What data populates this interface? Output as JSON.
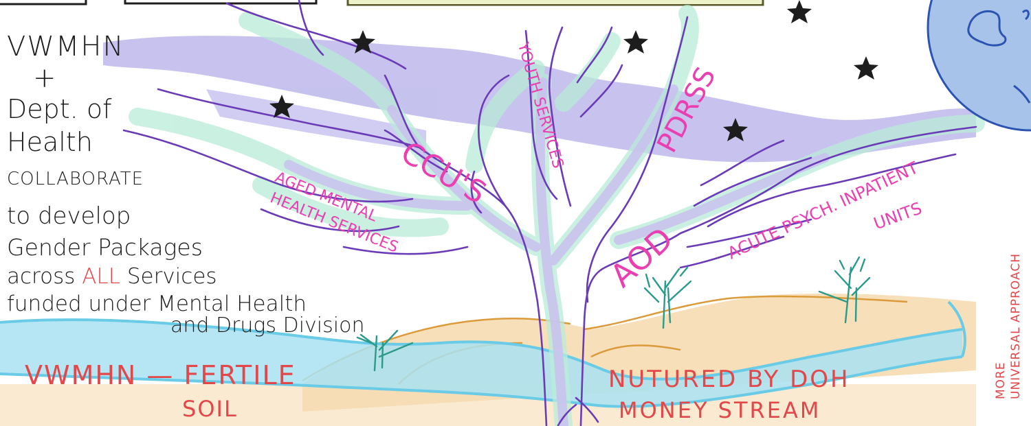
{
  "colors": {
    "ink": "#1d1d1d",
    "red": "#e2474a",
    "pink": "#ea3fb0",
    "trunk_outline": "#6a3bb6",
    "trunk_wash": "#c9c3ee",
    "mint": "#b9ecd8",
    "sky_wash": "#b9b4ea",
    "river": "#69cbe6",
    "river_fill": "#a9e2f2",
    "sand": "#f6dcb2",
    "hill_line": "#dc9b3a",
    "plant": "#2a9a8a",
    "globe": "#a8c3ea",
    "globe_line": "#2a54b0"
  },
  "left_notes": {
    "line1": "VWMHN",
    "line2": "+",
    "line3": "Dept. of",
    "line4": "Health",
    "line5": "COLLABORATE",
    "line6": "to develop",
    "line7": "Gender Packages",
    "line8_pre": "across ",
    "line8_hl": "ALL",
    "line8_post": " Services",
    "line9": "funded under Mental Health",
    "line10": "and Drugs Division"
  },
  "branches": {
    "youth": "YOUTH SERVICES",
    "ccu": "CCU'S",
    "aged_1": "AGED MENTAL",
    "aged_2": "HEALTH SERVICES",
    "pdrss": "PDRSS",
    "aod": "AOD",
    "acute_1": "ACUTE PSYCH. INPATIENT",
    "acute_2": "UNITS"
  },
  "ground": {
    "soil_1": "VWMHN — FERTILE",
    "soil_2": "SOIL",
    "stream_1": "NUTURED BY DOH",
    "stream_2": "MONEY STREAM"
  },
  "side_note": {
    "line1": "MORE",
    "line2": "UNIVERSAL APPROACH"
  },
  "icons": [
    "star-icon",
    "globe-icon",
    "tree-icon",
    "sprout-icon"
  ]
}
